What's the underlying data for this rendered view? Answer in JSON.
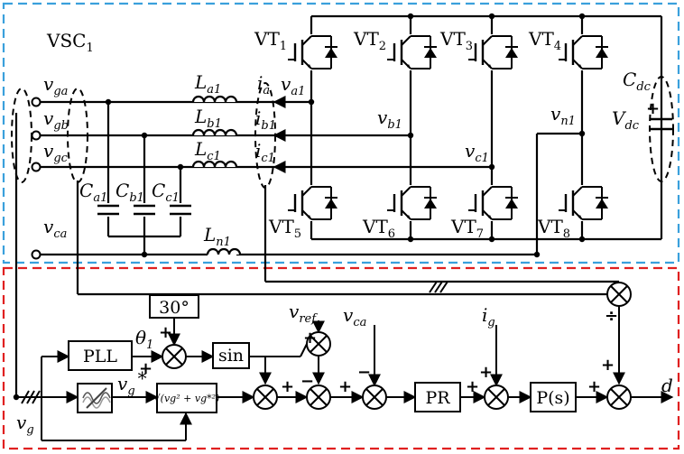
{
  "converter": {
    "title": "VSC",
    "title_sub": "1",
    "colors": {
      "top_border": "#3aa0dc",
      "bottom_border": "#e02020",
      "wire": "#000000"
    }
  },
  "switches": [
    {
      "name": "VT",
      "sub": "1"
    },
    {
      "name": "VT",
      "sub": "2"
    },
    {
      "name": "VT",
      "sub": "3"
    },
    {
      "name": "VT",
      "sub": "4"
    },
    {
      "name": "VT",
      "sub": "5"
    },
    {
      "name": "VT",
      "sub": "6"
    },
    {
      "name": "VT",
      "sub": "7"
    },
    {
      "name": "VT",
      "sub": "8"
    }
  ],
  "labels": {
    "vga": {
      "main": "v",
      "sub": "ga"
    },
    "vgb": {
      "main": "v",
      "sub": "gb"
    },
    "vgc": {
      "main": "v",
      "sub": "gc"
    },
    "vca_left": {
      "main": "v",
      "sub": "ca"
    },
    "La1": {
      "main": "L",
      "sub": "a1"
    },
    "Lb1": {
      "main": "L",
      "sub": "b1"
    },
    "Lc1": {
      "main": "L",
      "sub": "c1"
    },
    "Ln1": {
      "main": "L",
      "sub": "n1"
    },
    "Ca1": {
      "main": "C",
      "sub": "a1"
    },
    "Cb1": {
      "main": "C",
      "sub": "b1"
    },
    "Cc1": {
      "main": "C",
      "sub": "c1"
    },
    "ia": {
      "main": "i",
      "sub": "a"
    },
    "ib1": {
      "main": "i",
      "sub": "b1"
    },
    "ic1": {
      "main": "i",
      "sub": "c1"
    },
    "va1": {
      "main": "v",
      "sub": "a1"
    },
    "vb1": {
      "main": "v",
      "sub": "b1"
    },
    "vc1": {
      "main": "v",
      "sub": "c1"
    },
    "vn1": {
      "main": "v",
      "sub": "n1"
    },
    "Cdc": {
      "main": "C",
      "sub": "dc"
    },
    "Vdc": {
      "main": "V",
      "sub": "dc"
    },
    "vref": {
      "main": "v",
      "sub": "ref"
    },
    "vca_ctrl": {
      "main": "v",
      "sub": "ca"
    },
    "ig": {
      "main": "i",
      "sub": "g"
    },
    "theta": {
      "main": "θ",
      "sub": "1"
    },
    "vg_star": {
      "main": "v",
      "sub": "g",
      "sup": "*"
    },
    "vg_in": {
      "main": "v",
      "sub": "g"
    },
    "d": "d"
  },
  "blocks": {
    "pll": "PLL",
    "phase": "30°",
    "sin": "sin",
    "pr": "PR",
    "ps": "P(s)",
    "rms": "√(vg² + vg*²)"
  },
  "signs": {
    "plus": "+",
    "minus": "−",
    "div": "÷"
  }
}
